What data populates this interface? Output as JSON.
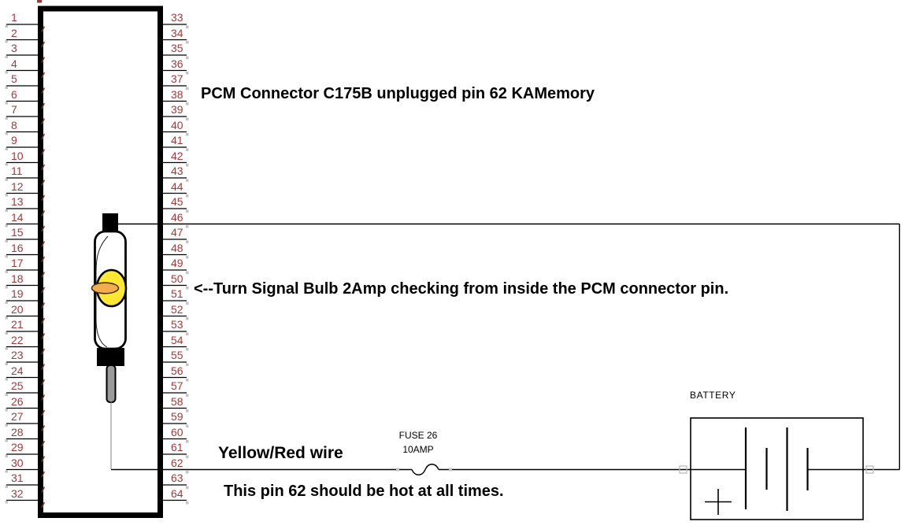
{
  "labels": {
    "title": "PCM Connector C175B unplugged pin 62 KAMemory",
    "bulb_caption": "<--Turn Signal Bulb 2Amp checking from inside the PCM connector pin.",
    "wire_label": "Yellow/Red wire",
    "note": "This pin 62 should be hot at all times.",
    "battery": "BATTERY",
    "fuse_line1": "FUSE 26",
    "fuse_line2": "10AMP"
  },
  "connector": {
    "left_pins": [
      1,
      2,
      3,
      4,
      5,
      6,
      7,
      8,
      9,
      10,
      11,
      12,
      13,
      14,
      15,
      16,
      17,
      18,
      19,
      20,
      21,
      22,
      23,
      24,
      25,
      26,
      27,
      28,
      29,
      30,
      31,
      32
    ],
    "right_pins": [
      33,
      34,
      35,
      36,
      37,
      38,
      39,
      40,
      41,
      42,
      43,
      44,
      45,
      46,
      47,
      48,
      49,
      50,
      51,
      52,
      53,
      54,
      55,
      56,
      57,
      58,
      59,
      60,
      61,
      62,
      63,
      64
    ],
    "power_wire_pin": 46,
    "test_wire_pin": 62
  },
  "colors": {
    "pin_text": "#A03B3B",
    "pin_mark": "#8B3434",
    "line": "#000000",
    "bulb_glow": "#FFE733",
    "filament": "#F1AD4F",
    "probe_gray": "#9A9A9A",
    "thin_wire_gray": "#808080",
    "handle_gray": "#C4C4C4"
  }
}
